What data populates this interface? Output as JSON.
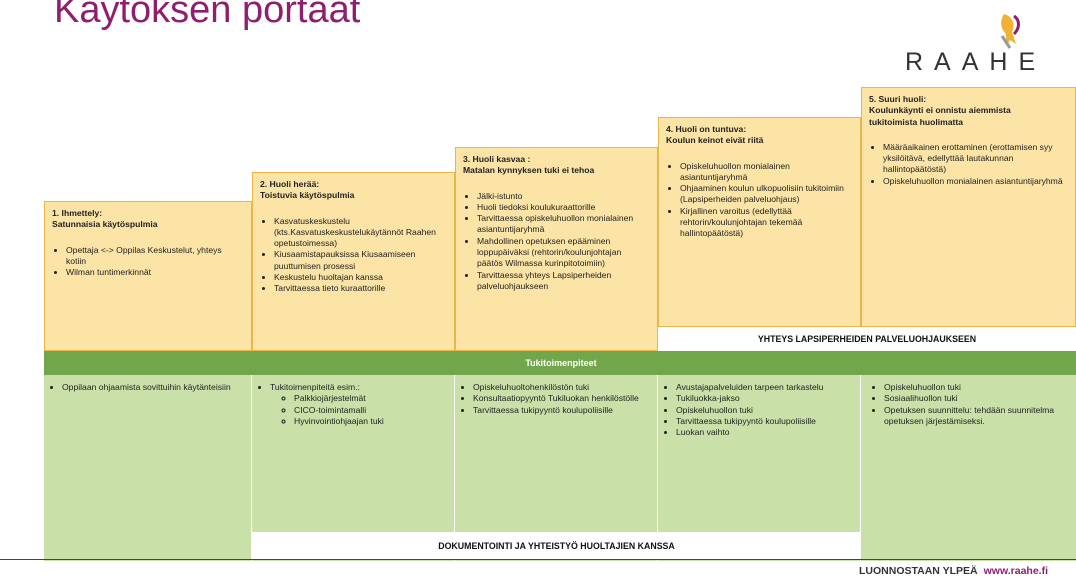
{
  "slide": {
    "title": "Käytöksen portaat",
    "logo_text": "RAAHE",
    "footer_slogan": "LUONNOSTAAN YLPEÄ",
    "footer_url": "www.raahe.fi"
  },
  "colors": {
    "title": "#8e1f6f",
    "stair_fill": "#fce3a6",
    "stair_border": "#e8b64a",
    "band_green": "#71a74a",
    "lower_green": "#c9e0a9"
  },
  "stairs": [
    {
      "heading": [
        "1. Ihmettely:",
        "Satunnaisia käytöspulmia"
      ],
      "items": [
        {
          "text": "Opettaja <-> Oppilas Keskustelut, yhteys kotiin"
        },
        {
          "text": "Wilman tuntimerkinnät"
        }
      ]
    },
    {
      "heading": [
        "2. Huoli herää:",
        "Toistuvia käytöspulmia"
      ],
      "items": [
        {
          "text": "Kasvatuskeskustelu (kts.Kasvatuskeskustelukäytännöt Raahen opetustoimessa)"
        },
        {
          "text": "Kiusaamistapauksissa Kiusaamiseen puuttumisen prosessi"
        },
        {
          "text": "Keskustelu huoltajan kanssa"
        },
        {
          "text": "Tarvittaessa tieto kuraattorille"
        }
      ]
    },
    {
      "heading": [
        "3. Huoli kasvaa :",
        "Matalan kynnyksen tuki ei tehoa"
      ],
      "items": [
        {
          "text": "Jälki-istunto"
        },
        {
          "text": "Huoli tiedoksi koulukuraattorille"
        },
        {
          "text": "Tarvittaessa opiskeluhuollon monialainen asiantuntijaryhmä"
        },
        {
          "text": "Mahdollinen opetuksen epääminen loppupäiväksi (rehtorin/koulunjohtajan päätös Wilmassa kurinpitotoimiin)"
        },
        {
          "text": "Tarvittaessa yhteys Lapsiperheiden palveluohjaukseen"
        }
      ]
    },
    {
      "heading": [
        "4. Huoli on tuntuva:",
        "Koulun keinot eivät riitä"
      ],
      "items": [
        {
          "text": "Opiskeluhuollon monialainen asiantuntijaryhmä"
        },
        {
          "text": "Ohjaaminen koulun ulkopuolisiin tukitoimiin (Lapsiperheiden palveluohjaus)"
        },
        {
          "text": "Kirjallinen varoitus (edellyttää rehtorin/koulunjohtajan tekemää hallintopäätöstä)"
        }
      ]
    },
    {
      "heading": [
        "5. Suuri huoli:",
        "Koulunkäynti ei onnistu aiemmista",
        "tukitoimista huolimatta"
      ],
      "items": [
        {
          "text": "Määräaikainen erottaminen (erottamisen syy yksilöitävä, edellyttää lautakunnan hallintopäätöstä)"
        },
        {
          "text": "Opiskeluhuollon monialainen asiantuntijaryhmä"
        }
      ]
    }
  ],
  "bars": {
    "lapsiperheet": "YHTEYS LAPSIPERHEIDEN PALVELUOHJAUKSEEN",
    "tukitoimenpiteet": "Tukitoimenpiteet",
    "dokumentointi": "DOKUMENTOINTI JA YHTEISTYÖ HUOLTAJIEN KANSSA"
  },
  "support_columns": [
    {
      "items": [
        {
          "text": "Oppilaan ohjaamista sovittuihin käytänteisiin"
        }
      ]
    },
    {
      "items": [
        {
          "text": "Tukitoimenpiteitä esim.:",
          "sub": [
            "Palkkiojärjestelmät",
            "CICO-toimintamalli",
            "Hyvinvointiohjaajan tuki"
          ]
        }
      ]
    },
    {
      "items": [
        {
          "text": "Opiskeluhuoltohenkilöstön tuki"
        },
        {
          "text": "Konsultaatiopyyntö Tukiluokan henkilöstölle"
        },
        {
          "text": "Tarvittaessa tukipyyntö koulupoliisille"
        }
      ]
    },
    {
      "items": [
        {
          "text": "Avustajapalveluiden tarpeen tarkastelu"
        },
        {
          "text": "Tukiluokka-jakso"
        },
        {
          "text": "Opiskeluhuollon tuki"
        },
        {
          "text": "Tarvittaessa tukipyyntö koulupoliisille"
        },
        {
          "text": "Luokan vaihto"
        }
      ]
    },
    {
      "items": [
        {
          "text": "Opiskeluhuollon tuki"
        },
        {
          "text": "Sosiaalihuollon tuki"
        },
        {
          "text": "Opetuksen suunnittelu: tehdään suunnitelma opetuksen järjestämiseksi."
        }
      ]
    }
  ]
}
